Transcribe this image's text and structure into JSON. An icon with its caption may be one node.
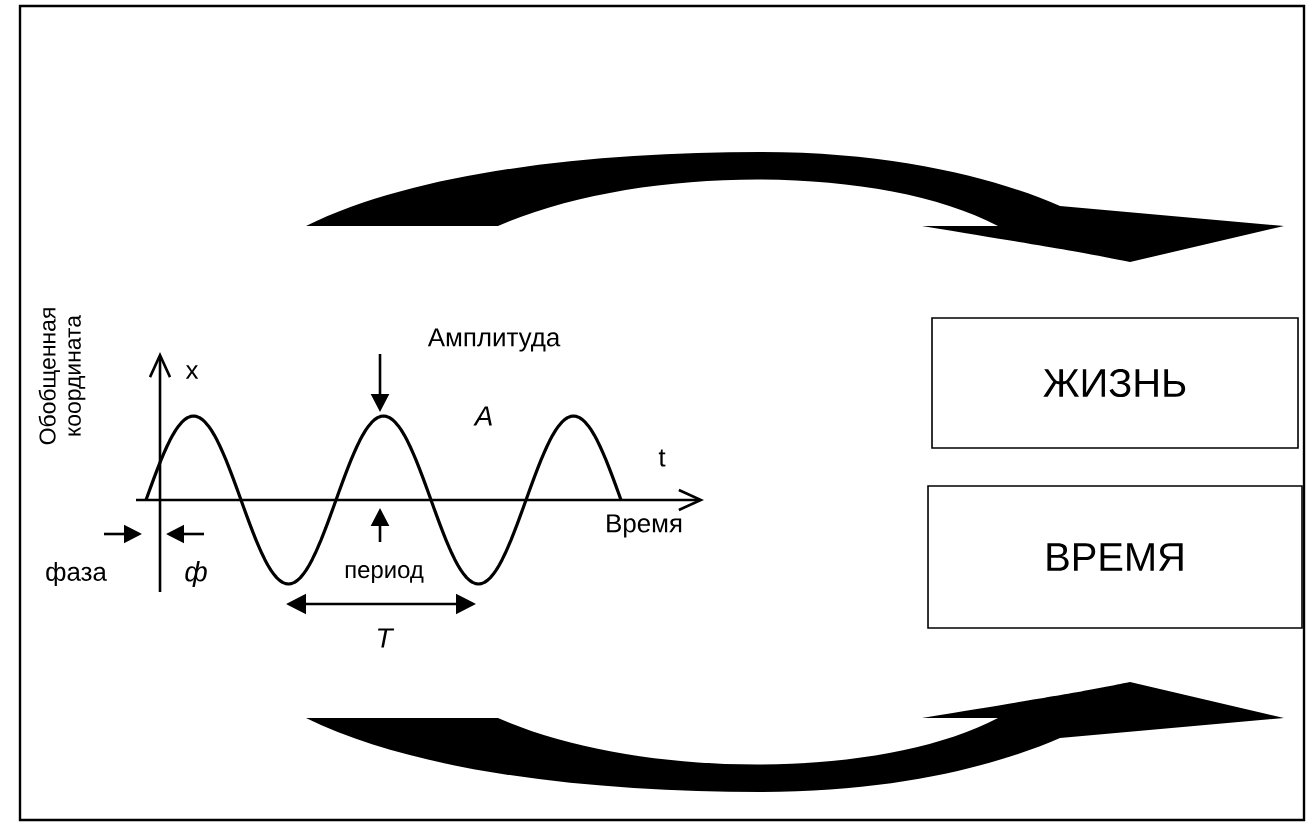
{
  "diagram": {
    "nodes": [
      {
        "text": [
          "ЖИЗНЬ"
        ]
      },
      {
        "text": [
          "ВРЕМЯ"
        ]
      }
    ],
    "labels": [
      "Обобщенная координата",
      "x",
      "Амплитуда",
      "A",
      "t",
      "Время",
      "фаза",
      "ф",
      "период",
      "T"
    ]
  }
}
